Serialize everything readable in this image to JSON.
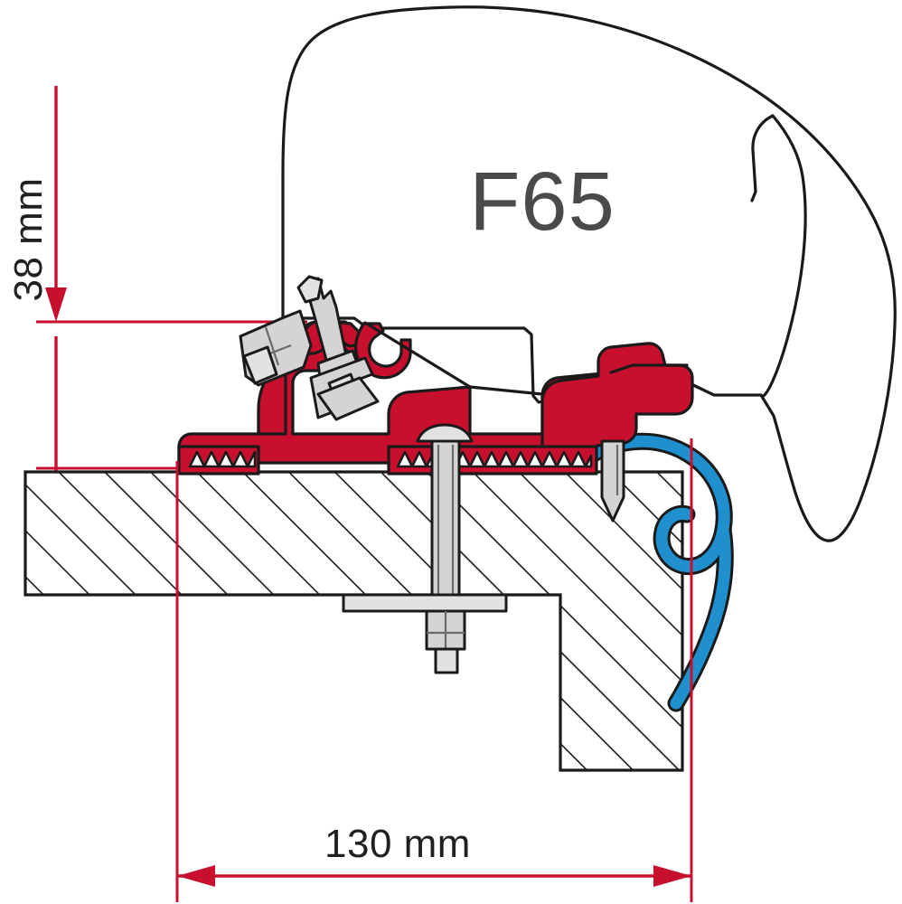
{
  "drawing": {
    "title": "F65 Awning Roof Adapter Cross Section",
    "model_label": "F65",
    "dimensions": {
      "height": {
        "value": "38 mm",
        "orientation": "vertical",
        "measures": "bracket height above roof panel"
      },
      "width": {
        "value": "130 mm",
        "orientation": "horizontal",
        "measures": "adapter bracket footprint width"
      }
    },
    "colors": {
      "dimension_red": "#C8102E",
      "bracket_red": "#C8102E",
      "seal_blue": "#1F8FCD",
      "hardware_gray": "#d4d4d6",
      "outline_black": "#1a1a1a",
      "model_text_gray": "#4a4a4a",
      "background": "#ffffff"
    },
    "parts": [
      {
        "id": "awning-case",
        "name": "F65 awning case outline",
        "color": "#ffffff"
      },
      {
        "id": "adapter-bracket",
        "name": "Red adapter bracket profile",
        "color": "#C8102E"
      },
      {
        "id": "roof-panel",
        "name": "Hatched roof panel section",
        "color": "#ffffff"
      },
      {
        "id": "wall-panel",
        "name": "Hatched wall section",
        "color": "#ffffff"
      },
      {
        "id": "rubber-seal",
        "name": "Blue rubber seal / gutter profile",
        "color": "#1F8FCD"
      },
      {
        "id": "through-bolt",
        "name": "Through bolt with washer and nut",
        "color": "#d4d4d6"
      },
      {
        "id": "clamp-screw",
        "name": "Clamp adjustment screw assembly",
        "color": "#d4d4d6"
      },
      {
        "id": "fixing-pin",
        "name": "Fixing pin / rivet",
        "color": "#d4d4d6"
      }
    ]
  }
}
